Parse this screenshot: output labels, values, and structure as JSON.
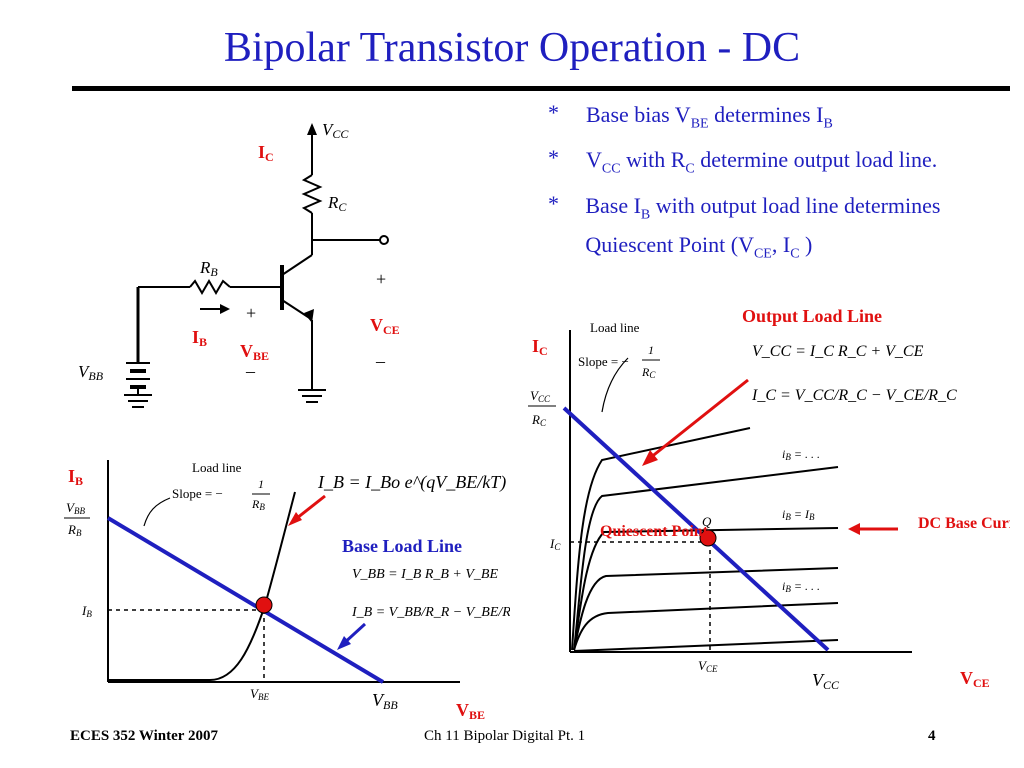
{
  "slide": {
    "title": "Bipolar  Transistor  Operation - DC",
    "bullets": [
      {
        "marker": "*",
        "parts": [
          "Base bias V",
          "BE",
          " determines I",
          "B",
          ""
        ]
      },
      {
        "marker": "*",
        "parts": [
          "V",
          "CC",
          " with R",
          "C",
          " determine output load line."
        ]
      },
      {
        "marker": "*",
        "parts": [
          "Base I",
          "B",
          " with output load line determines Quiescent Point (V",
          "CE",
          ", I",
          "C",
          " )"
        ]
      }
    ]
  },
  "circuit": {
    "ic_label": "I",
    "ic_sub": "C",
    "vcc": "V",
    "vcc_sub": "CC",
    "rc": "R",
    "rc_sub": "C",
    "rb": "R",
    "rb_sub": "B",
    "ib_label": "I",
    "ib_sub": "B",
    "vbb": "V",
    "vbb_sub": "BB",
    "vbe_label": "V",
    "vbe_sub": "BE",
    "vce_label": "V",
    "vce_sub": "CE",
    "plus": "+",
    "minus": "–"
  },
  "base_chart": {
    "ylabel": "I",
    "ylabel_sub": "B",
    "y_intercept_num": "V",
    "y_intercept_num_sub": "BB",
    "y_intercept_den": "R",
    "y_intercept_den_sub": "B",
    "ib_tick": "I",
    "ib_tick_sub": "B",
    "vbe_tick": "V",
    "vbe_tick_sub": "BE",
    "vbb_tick": "V",
    "vbb_tick_sub": "BB",
    "xlabel": "V",
    "xlabel_sub": "BE",
    "load_line_note": "Load line",
    "slope_text": "Slope = −",
    "slope_num": "1",
    "slope_den": "R",
    "slope_den_sub": "B",
    "eq_diode": "I_B = I_Bo e^(qV_BE/kT)",
    "title": "Base Load Line",
    "eq1": "V_BB = I_B R_B + V_BE",
    "eq2": "I_B = V_BB/R_R − V_BE/R_B"
  },
  "output_chart": {
    "ylabel": "I",
    "ylabel_sub": "C",
    "y_intercept_num": "V",
    "y_intercept_num_sub": "CC",
    "y_intercept_den": "R",
    "y_intercept_den_sub": "C",
    "ic_tick": "I",
    "ic_tick_sub": "C",
    "vce_tick": "V",
    "vce_tick_sub": "CE",
    "vcc_tick": "V",
    "vcc_tick_sub": "CC",
    "xlabel": "V",
    "xlabel_sub": "CE",
    "load_line_note": "Load line",
    "slope_text": "Slope = −",
    "slope_num": "1",
    "slope_den": "R",
    "slope_den_sub": "C",
    "title": "Output Load Line",
    "eq1": "V_CC = I_C R_C + V_CE",
    "eq2": "I_C = V_CC/R_C − V_CE/R_C",
    "q_label": "Q",
    "quiescent": "Quiescent Point",
    "dc_base": "DC Base Current",
    "curve_labels": [
      "i",
      "B",
      " = . . .",
      "i",
      "B",
      " = I",
      "B",
      "i",
      "B",
      " = . . ."
    ]
  },
  "footer": {
    "left": "ECES 352   Winter 2007",
    "center": "Ch 11 Bipolar  Digital Pt. 1",
    "page": "4"
  },
  "colors": {
    "title": "#1f1fbf",
    "accent_red": "#e01010",
    "line_blue": "#1f1fbf"
  }
}
